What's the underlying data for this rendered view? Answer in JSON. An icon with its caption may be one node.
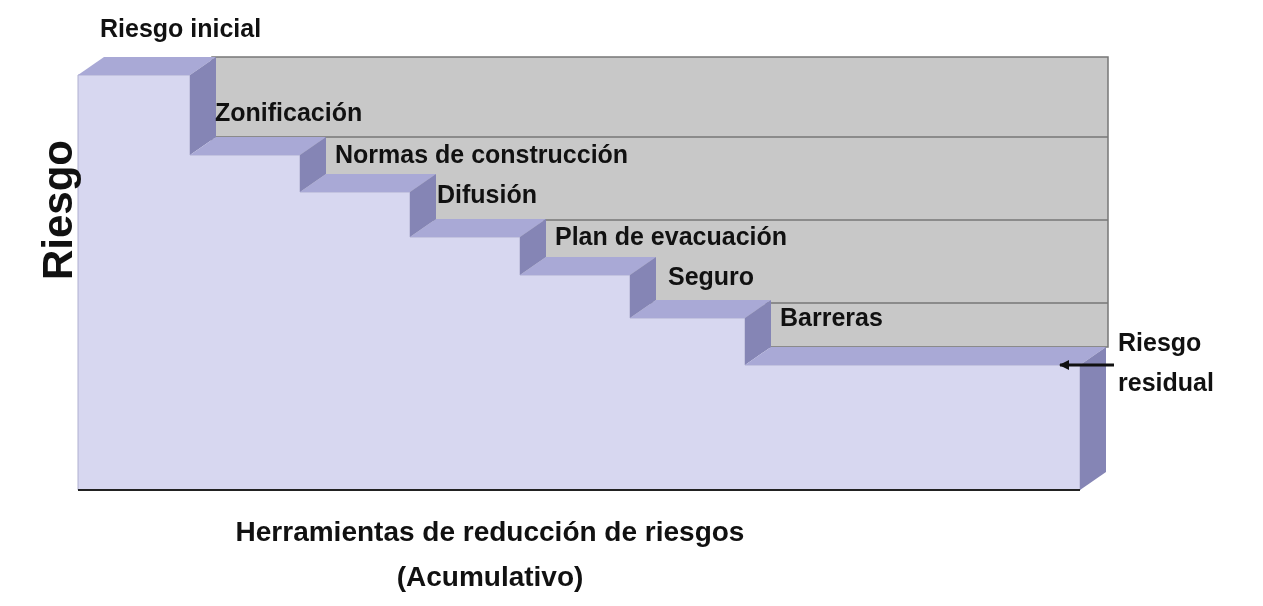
{
  "diagram": {
    "nodes": [
      {
        "text": [],
        "shape": "box"
      },
      {
        "text": [
          "Riesgo residual"
        ]
      }
    ],
    "edges": [
      {
        "from": 1,
        "to": 0,
        "arrow": "to"
      }
    ],
    "labels": [
      "Riesgo inicial",
      "Zonificación",
      "Normas de construcción",
      "Difusión",
      "Plan de evacuación",
      "Seguro",
      "Barreras",
      "Riesgo",
      "Herramientas de reducción de riesgos (Acumulativo)"
    ]
  }
}
